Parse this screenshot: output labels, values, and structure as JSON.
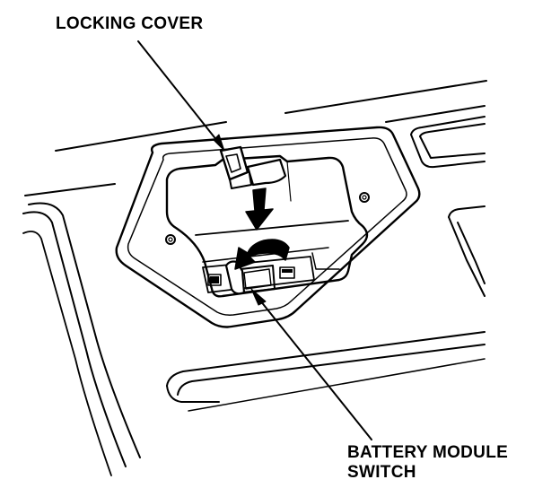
{
  "labels": {
    "locking_cover": "LOCKING COVER",
    "battery_module_switch_line1": "BATTERY MODULE",
    "battery_module_switch_line2": "SWITCH"
  },
  "colors": {
    "ink": "#000000",
    "paper": "#ffffff"
  }
}
